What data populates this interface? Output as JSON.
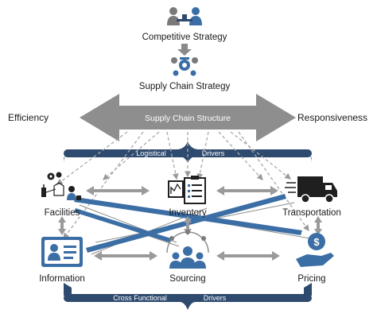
{
  "diagram": {
    "title_competitive": "Competitive Strategy",
    "title_supply_chain_strategy": "Supply Chain Strategy",
    "structure_label": "Supply Chain Structure",
    "efficiency_label": "Efficiency",
    "responsiveness_label": "Responsiveness",
    "brace_top": {
      "left": "Logistical",
      "right": "Drivers"
    },
    "brace_bottom": {
      "left": "Cross Functional",
      "right": "Drivers"
    },
    "drivers": {
      "facilities": "Facilities",
      "inventory": "Inventory",
      "transportation": "Transportation",
      "information": "Information",
      "sourcing": "Sourcing",
      "pricing": "Pricing"
    },
    "colors": {
      "navy": "#2e4a6e",
      "blue": "#3b6ea5",
      "gray": "#8c8c8c",
      "dark": "#1f1f1f",
      "light_gray": "#a8a8a8"
    },
    "icons": {
      "competitive": "people-at-table-icon",
      "strategy": "gears-network-icon",
      "facilities": "factory-network-icon",
      "inventory": "clipboard-checklist-icon",
      "transportation": "delivery-truck-icon",
      "information": "id-card-icon",
      "sourcing": "team-network-icon",
      "pricing": "hand-dollar-icon"
    }
  }
}
